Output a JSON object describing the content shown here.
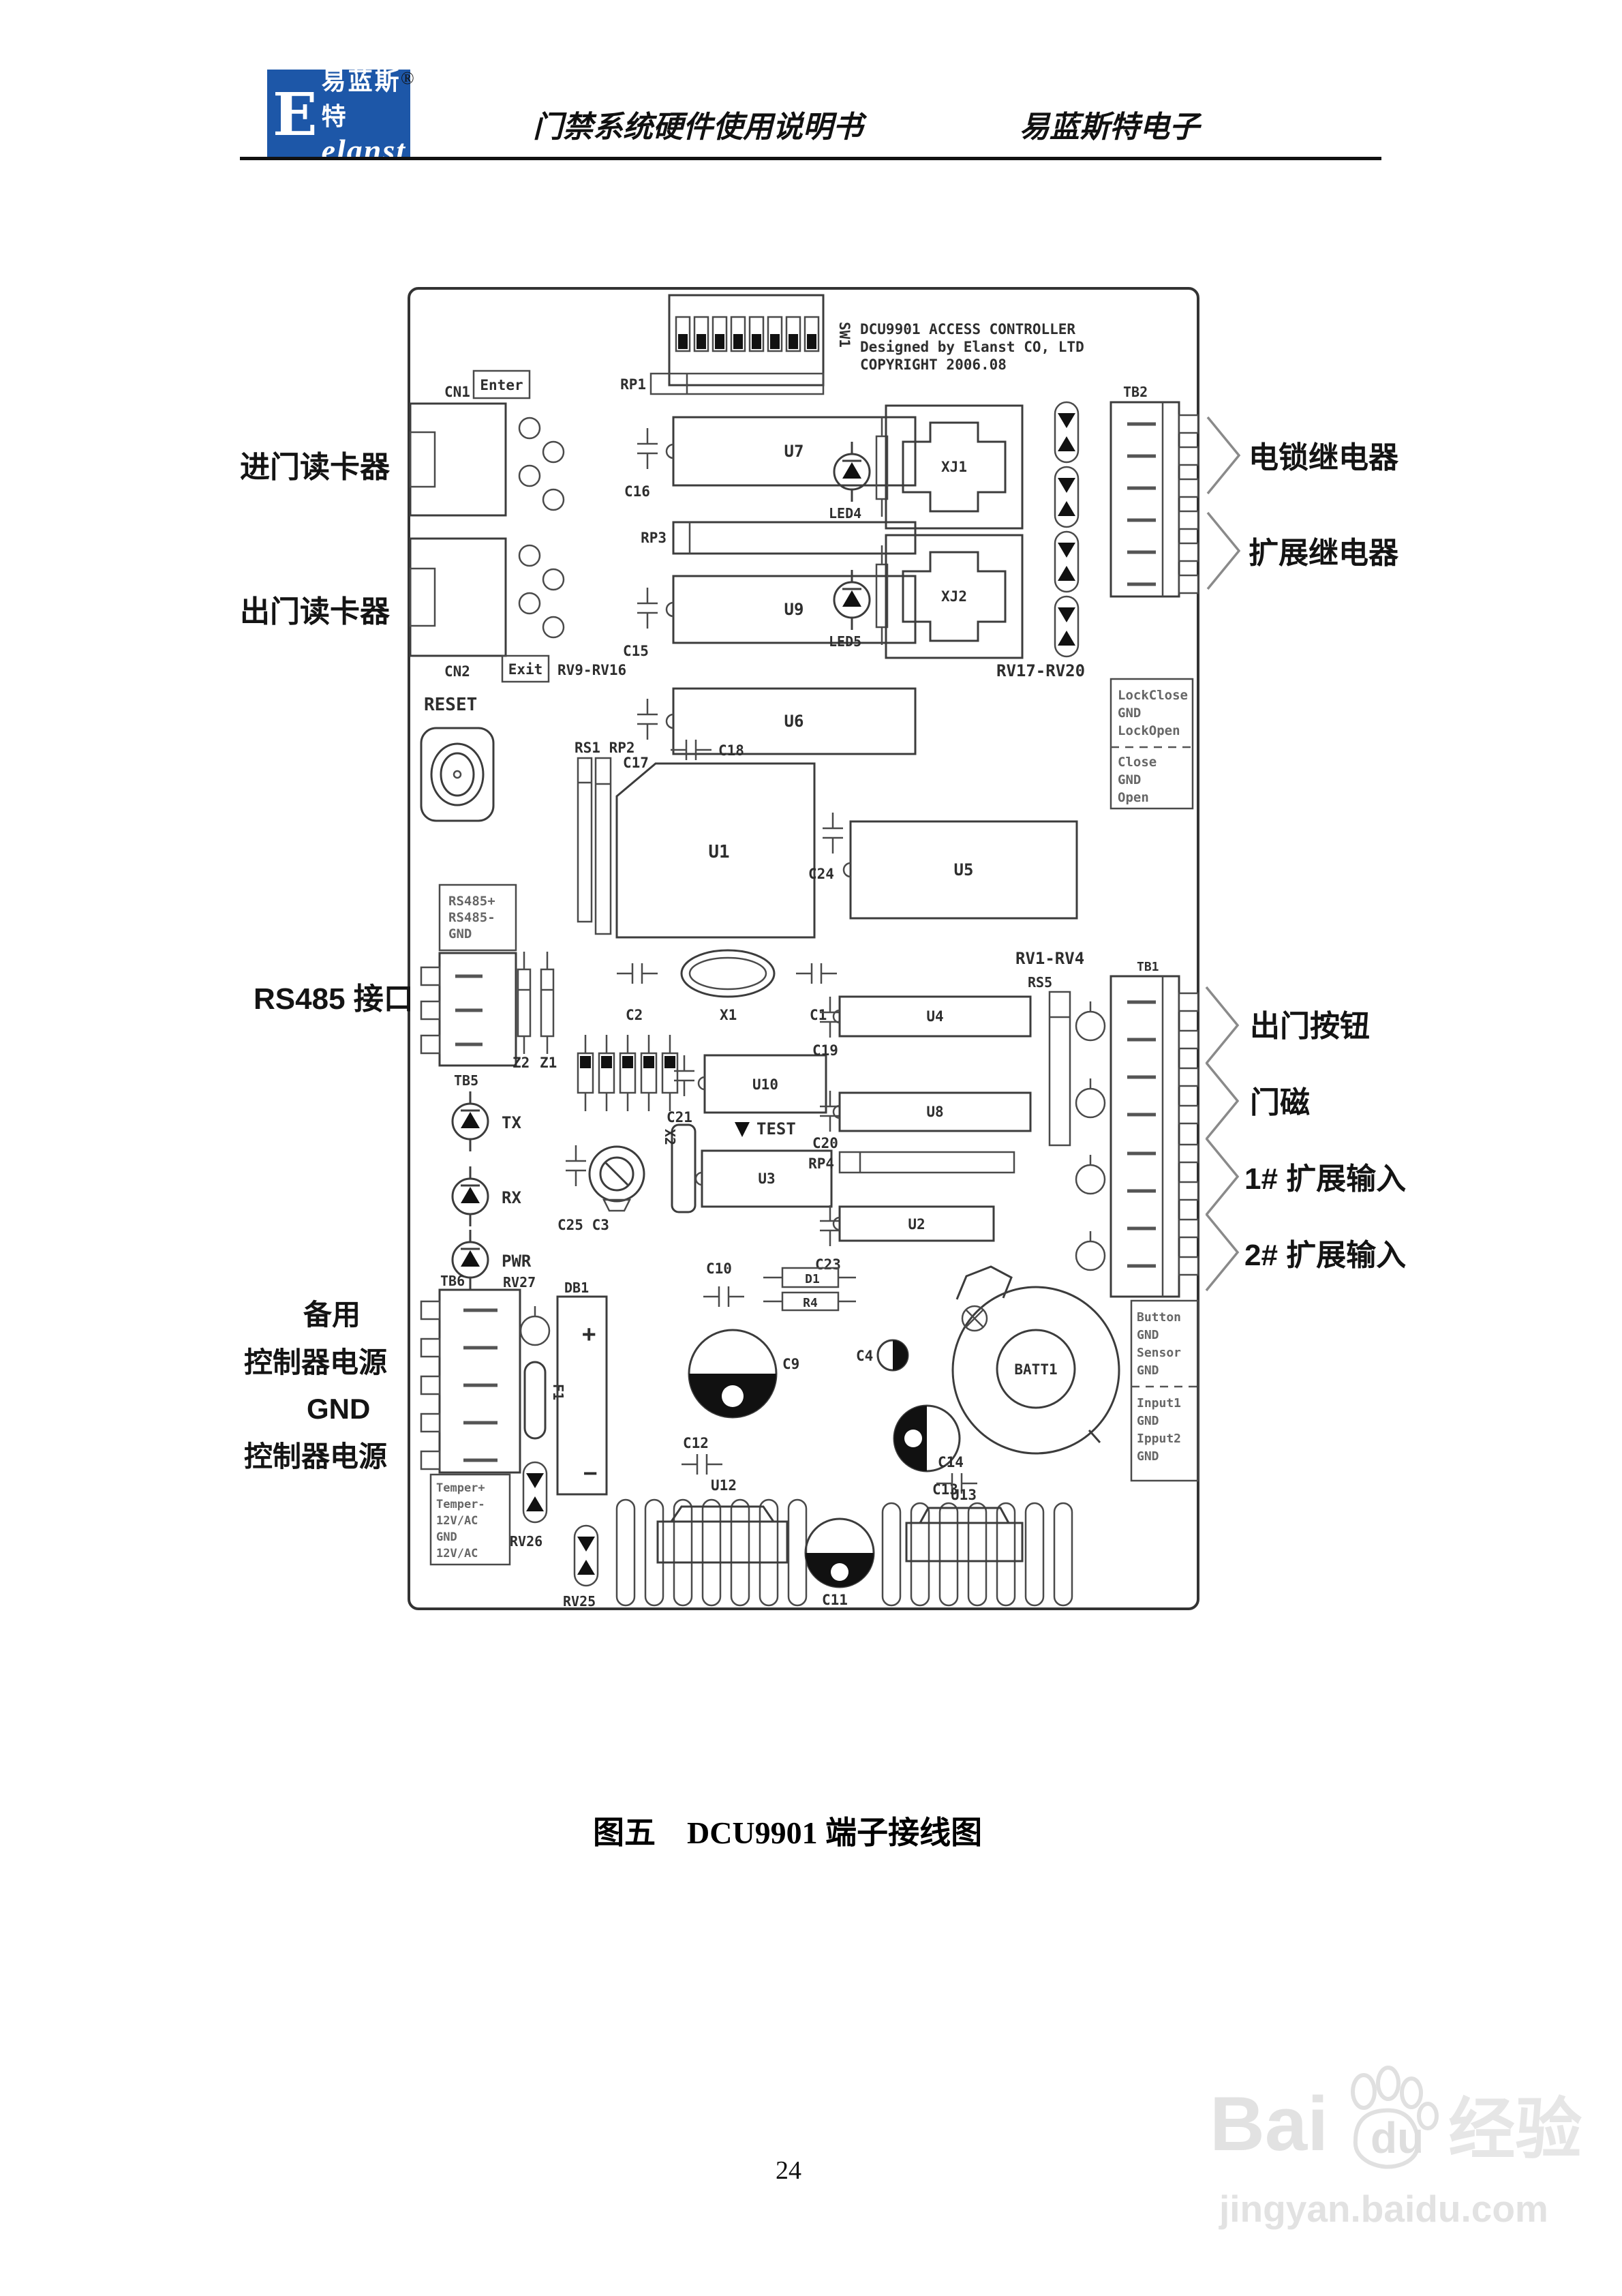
{
  "header": {
    "logo_cn": "易蓝斯特",
    "logo_en": "elanst",
    "logo_glyph": "E",
    "reg": "®",
    "title": "门禁系统硬件使用说明书",
    "company": "易蓝斯特电子"
  },
  "board": {
    "title_block": {
      "l1": "DCU9901 ACCESS CONTROLLER",
      "l2": "Designed by Elanst CO, LTD",
      "l3": "COPYRIGHT 2006.08"
    },
    "left_labels": [
      "进门读卡器",
      "出门读卡器",
      "RS485 接口",
      "备用",
      "控制器电源",
      "GND",
      "控制器电源"
    ],
    "right_labels": [
      "电锁继电器",
      "扩展继电器",
      "出门按钮",
      "门磁",
      "1# 扩展输入",
      "2# 扩展输入"
    ],
    "lock_box": [
      "LockClose",
      "GND",
      "LockOpen",
      "Close",
      "GND",
      "Open"
    ],
    "io_box": [
      "Button",
      "GND",
      "Sensor",
      "GND",
      "Input1",
      "GND",
      "Ipput2",
      "GND"
    ],
    "power_box": [
      "Temper+",
      "Temper-",
      "12V/AC",
      "GND",
      "12V/AC"
    ],
    "rs485_box": [
      "RS485+",
      "RS485-",
      "GND"
    ],
    "comp": {
      "cn1": "CN1",
      "enter": "Enter",
      "cn2": "CN2",
      "exit": "Exit",
      "rv9_16": "RV9-RV16",
      "reset": "RESET",
      "sw1": "SW1",
      "rp1": "RP1",
      "u7": "U7",
      "c16": "C16",
      "rp3": "RP3",
      "u9": "U9",
      "c15": "C15",
      "u6": "U6",
      "c17": "C17",
      "rs1rp2": "RS1 RP2",
      "c18": "C18",
      "u1": "U1",
      "c24": "C24",
      "u5": "U5",
      "xj1": "XJ1",
      "xj2": "XJ2",
      "led4": "LED4",
      "led5": "LED5",
      "rv17_20": "RV17-RV20",
      "tb2": "TB2",
      "tb5": "TB5",
      "tb1": "TB1",
      "tb6": "TB6",
      "tx": "TX",
      "rx": "RX",
      "pwr": "PWR",
      "z2": "Z2",
      "z1": "Z1",
      "c21": "C21",
      "u10": "U10",
      "test": "TEST",
      "x2": "X2",
      "u3": "U3",
      "c25c3": "C25 C3",
      "c2": "C2",
      "x1": "X1",
      "c1": "C1",
      "c19": "C19",
      "u4": "U4",
      "c20": "C20",
      "u8": "U8",
      "rp4": "RP4",
      "c23": "C23",
      "u2": "U2",
      "rv1_4": "RV1-RV4",
      "rs5": "RS5",
      "rv27": "RV27",
      "db1": "DB1",
      "f1": "F1",
      "rv26": "RV26",
      "rv25": "RV25",
      "c10": "C10",
      "d1": "D1",
      "r4": "R4",
      "c9": "C9",
      "c4": "C4",
      "c12": "C12",
      "u12": "U12",
      "c13": "C13",
      "c11": "C11",
      "c14": "C14",
      "u13": "U13",
      "batt1": "BATT1",
      "plus": "+",
      "minus": "−"
    }
  },
  "caption": {
    "fig": "图五",
    "title": "DCU9901 端子接线图"
  },
  "page_number": "24",
  "watermark": {
    "bai": "Bai",
    "du": "du",
    "jingyan": "经验",
    "url": "jingyan.baidu.com"
  }
}
